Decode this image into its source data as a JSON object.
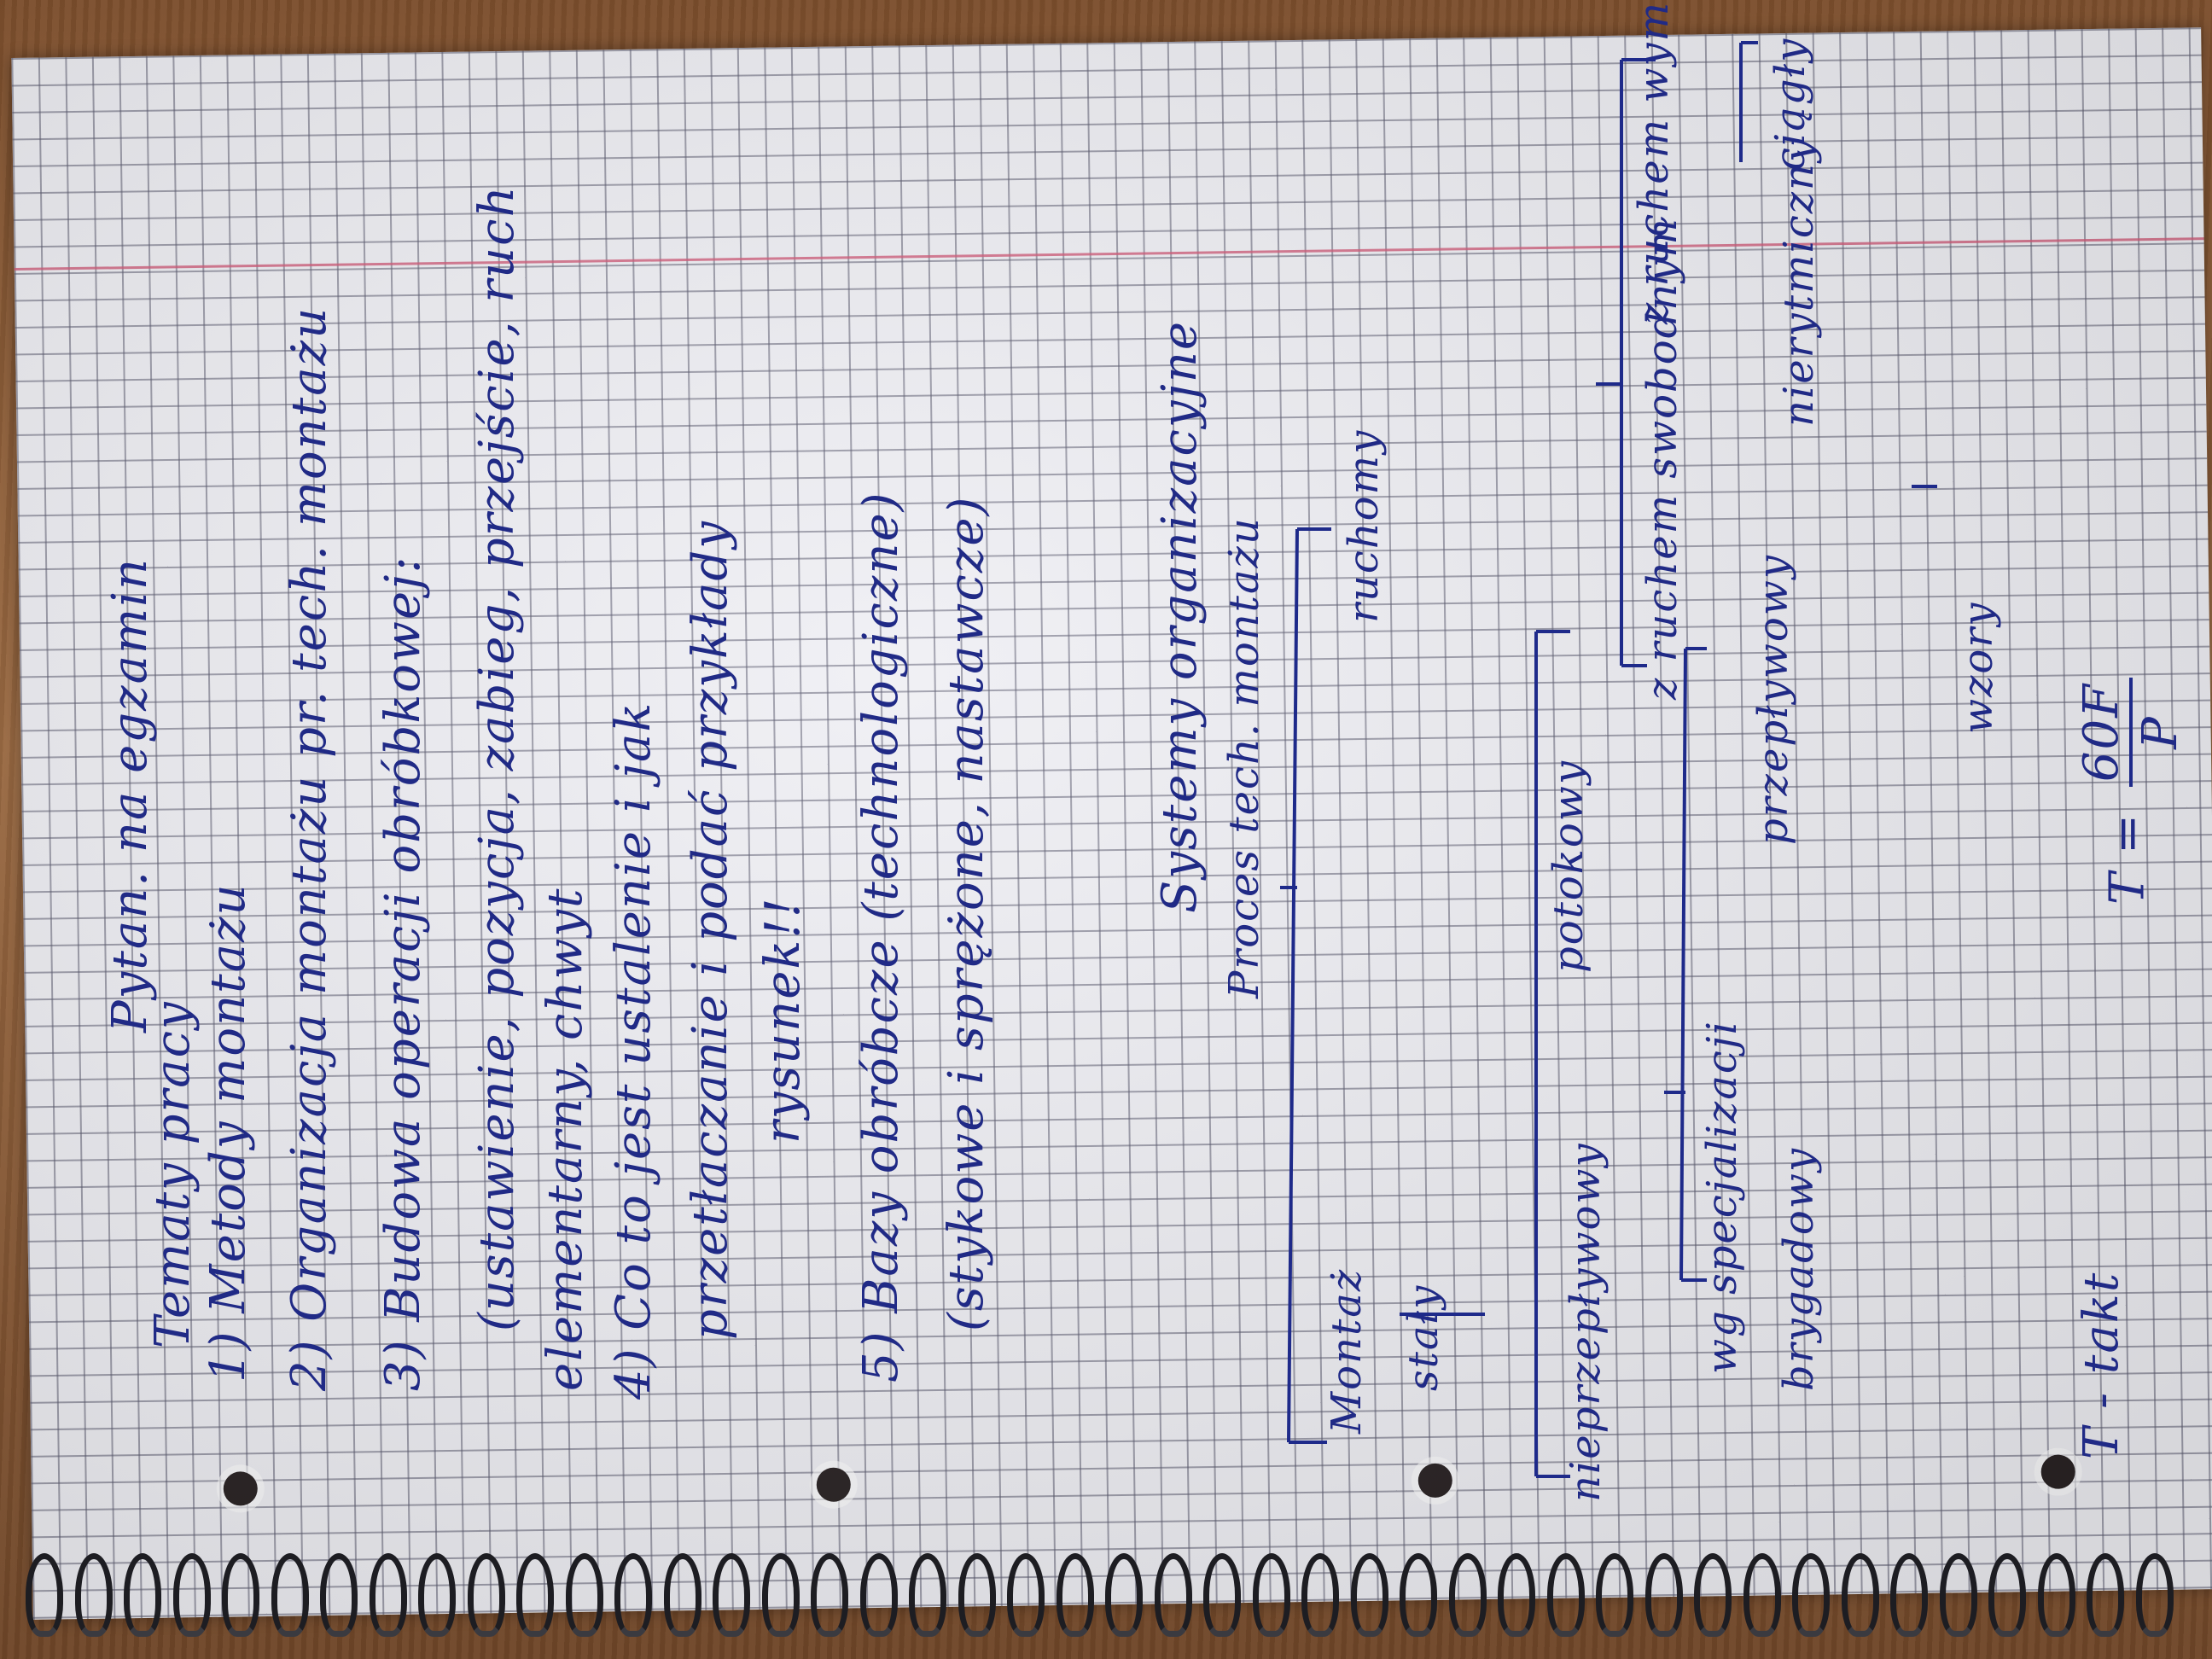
{
  "notebook": {
    "header": "Pytan. na egzamin",
    "topics_title": "Tematy pracy",
    "items": [
      "1) Metody montażu",
      "2) Organizacja montażu pr. tech. montażu",
      "3) Budowa operacji obróbkowej:",
      "(ustawienie, pozycja, zabieg, przejście, ruch",
      "elementarny, chwyt",
      "4) Co to jest ustalenie i jak",
      "przetłaczanie i podać przykłady",
      "rysunek!!",
      "5) Bazy obróbcze (technologiczne)",
      "(stykowe i sprężone, nastawcze)"
    ],
    "systems": {
      "title": "Systemy organizacyjne",
      "process": "Proces tech. montażu",
      "montage": "Montaż",
      "stacjonarny": "stały",
      "ruchomy": "ruchomy",
      "nieprzeplywowy": "nieprzepływowy",
      "potokowy": "potokowy",
      "przeplywowy": "przepływowy",
      "specjalizacji": "wg specjalizacji",
      "brygadowy": "brygadowy",
      "z_ruchem_swobodnym": "z ruchem swobodnym",
      "z_ruchem_wymuszonym": "z ruchem wymuszonym",
      "nierytmiczny": "nierytmiczny",
      "ciagly": "ciągły",
      "wzory_label": "wzory",
      "formula_left": "T =",
      "formula_num": "60F",
      "formula_den": "P",
      "t_label": "T - takt"
    }
  }
}
